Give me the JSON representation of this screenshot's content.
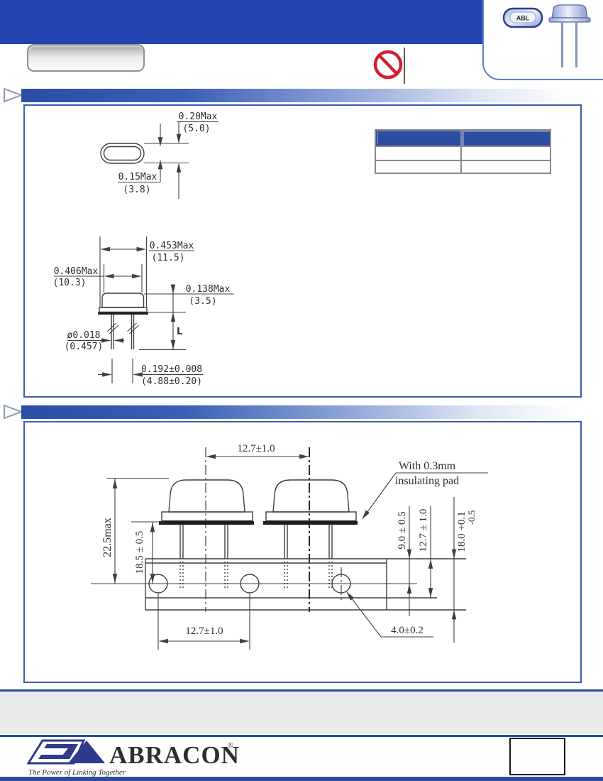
{
  "header": {
    "photo_label": "ABL"
  },
  "sec1": {
    "top_view": {
      "h_in": "0.20Max",
      "h_mm": "(5.0)",
      "t_in": "0.15Max",
      "t_mm": "(3.8)"
    },
    "front_view": {
      "bw_in": "0.453Max",
      "bw_mm": "(11.5)",
      "w_in": "0.406Max",
      "w_mm": "(10.3)",
      "h_in": "0.138Max",
      "h_mm": "(3.5)",
      "ld_in": "ø0.018",
      "ld_mm": "(0.457)",
      "ls_in": "0.192±0.008",
      "ls_mm": "(4.88±0.20)",
      "lead_len": "L"
    }
  },
  "sec2": {
    "pitch_top": "12.7±1.0",
    "overall": "22.5max",
    "crystal_h": "18.5 ± 0.5",
    "note1": "With 0.3mm",
    "note2": "insulating pad",
    "top_to_hole": "9.0 ± 0.5",
    "base_to_hole": "12.7 ± 1.0",
    "tape_w": "18.0 +0.1",
    "tape_w_tol": "-0.5",
    "hole_pitch": "12.7±1.0",
    "hole_dia": "4.0±0.2"
  },
  "footer": {
    "brand": "ABRACON",
    "reg": "®",
    "tagline": "The Power of Linking Together"
  },
  "colors": {
    "header_blue": "#2244ae",
    "section_blue": "#2b4ea5",
    "box_border": "#3d5dab",
    "table_header": "#2d4da2",
    "footer_navy": "#2a4b9e",
    "logo_navy": "#2e3a8c",
    "prohibition_red": "#cf2030",
    "gray_band": "#e9eaea"
  }
}
